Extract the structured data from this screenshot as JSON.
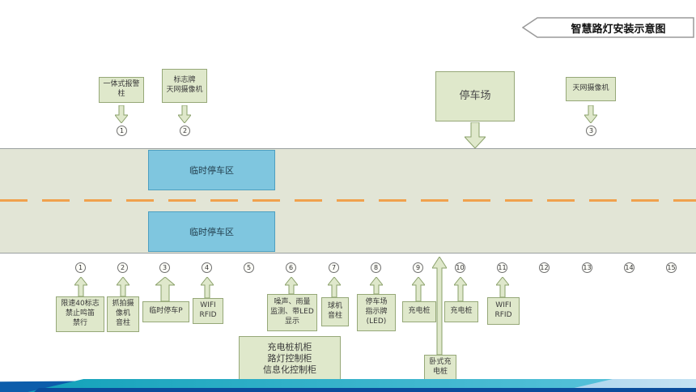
{
  "banner": {
    "title": "智慧路灯安装示意图"
  },
  "top_boxes": {
    "alarm_post": "一体式报警柱",
    "sign_camera": "标志牌\n天网摄像机",
    "parking_lot": "停车场",
    "sky_camera": "天网摄像机"
  },
  "top_markers": [
    "1",
    "2",
    "3"
  ],
  "road": {
    "zone_top": "临时停车区",
    "zone_bottom": "临时停车区"
  },
  "markers": [
    "1",
    "2",
    "3",
    "4",
    "5",
    "6",
    "7",
    "8",
    "9",
    "10",
    "11",
    "12",
    "13",
    "14",
    "15"
  ],
  "bottom_boxes": {
    "speed_sign": "限速40标志\n禁止鸣笛\n禁行",
    "capture_camera": "抓拍摄\n像机\n音柱",
    "temp_parking": "临时停车P",
    "wifi_rfid_1": "WIFI\nRFID",
    "noise_rain": "噪声、雨量\n监测、带LED\n显示",
    "dome_camera": "球机\n音柱",
    "parking_sign": "停车场\n指示牌\n(LED)",
    "charger_1": "充电桩",
    "charger_2": "充电桩",
    "wifi_rfid_2": "WIFI\nRFID",
    "control_cabinet": "充电桩机柜\n路灯控制柜\n信息化控制柜",
    "horizontal_charger": "卧式充\n电桩"
  },
  "colors": {
    "box_fill": "#dfe8cb",
    "box_border": "#96a878",
    "zone_fill": "#7fc6df",
    "zone_border": "#4d9fc0",
    "road_fill": "#e2e5d6",
    "dash_line": "#f0a14d",
    "footer_teal": "#29b2c4",
    "footer_blue": "#0d5dab"
  }
}
